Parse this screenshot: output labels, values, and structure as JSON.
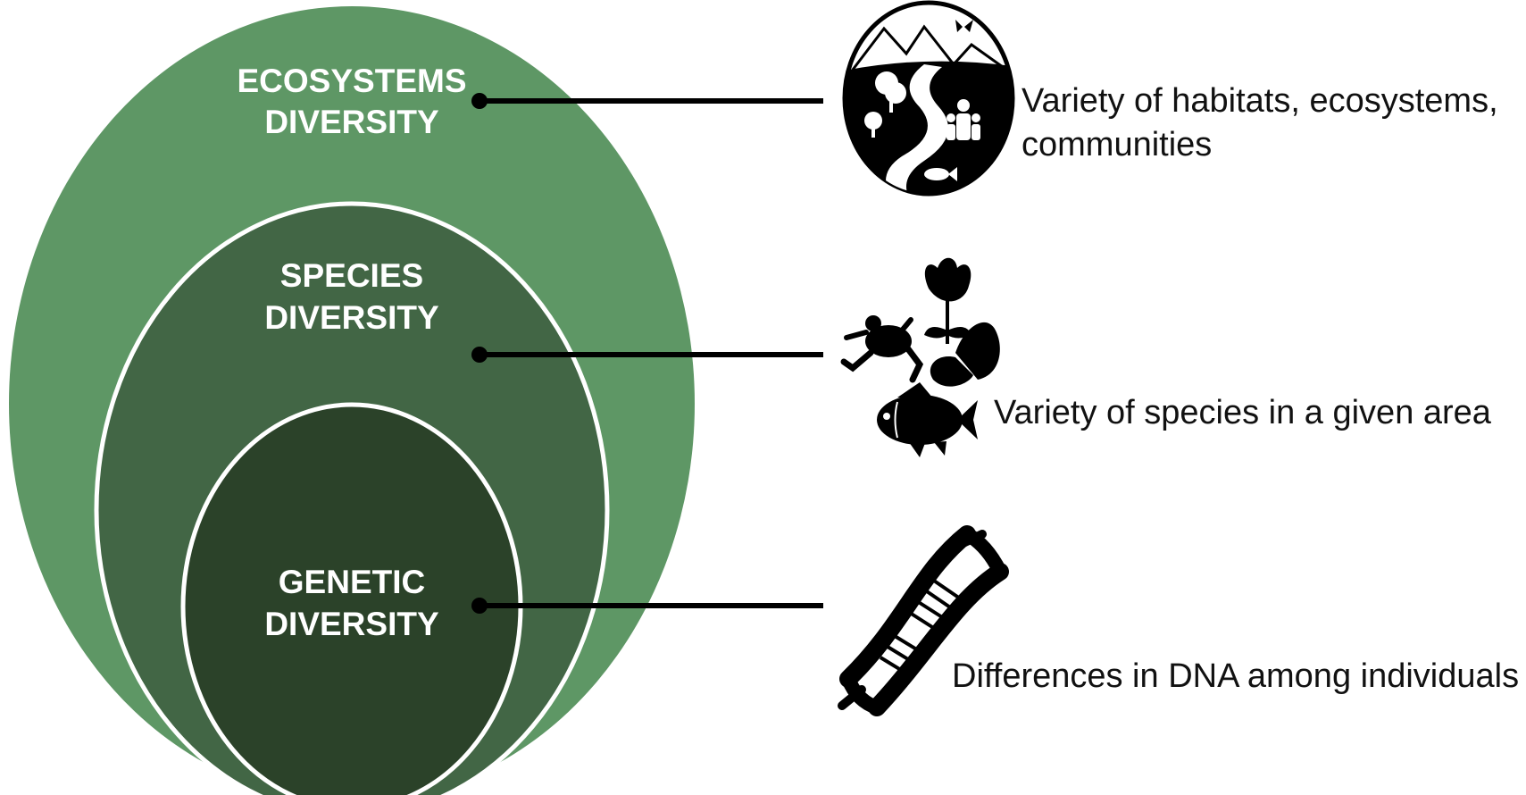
{
  "colors": {
    "outer_ellipse": "#5e9765",
    "middle_ellipse": "#426645",
    "inner_ellipse": "#2b4229",
    "ellipse_border": "#ffffff",
    "label_text": "#ffffff",
    "connector": "#000000",
    "description_text": "#111111",
    "icon_fill": "#000000"
  },
  "levels": [
    {
      "title_line1": "ECOSYSTEMS",
      "title_line2": "DIVERSITY",
      "description_line1": "Variety of habitats, ecosystems,",
      "description_line2": "communities",
      "icon": "landscape-icon"
    },
    {
      "title_line1": "SPECIES",
      "title_line2": "DIVERSITY",
      "description_line1": "Variety of species in a given area",
      "icon": "species-icon"
    },
    {
      "title_line1": "GENETIC",
      "title_line2": "DIVERSITY",
      "description_line1": "Differences in DNA among individuals",
      "icon": "dna-icon"
    }
  ]
}
